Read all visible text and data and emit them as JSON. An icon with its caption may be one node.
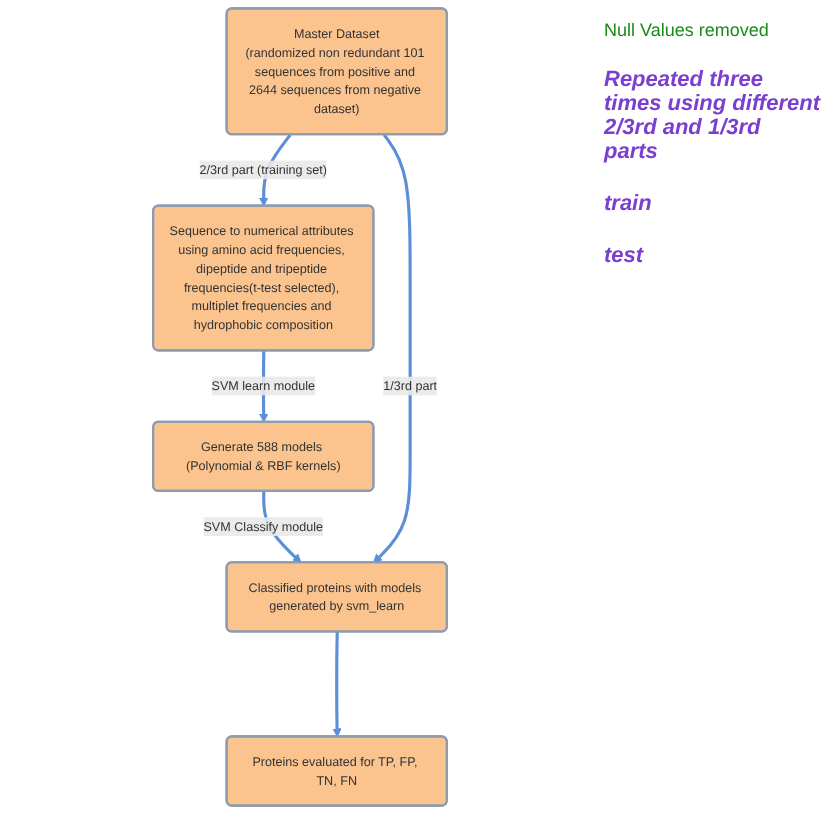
{
  "diagram": {
    "nodes": [
      {
        "text": [
          "Master Dataset",
          "(randomized non redundant 101 sequences from positive and 2644 sequences from negative dataset)"
        ]
      },
      {
        "text": [
          "Sequence to numerical attributes using amino acid frequencies, dipeptide and tripeptide frequencies(t-test selected), multiplet frequencies and hydrophobic composition"
        ]
      },
      {
        "text": [
          "Generate 588 models (Polynomial & RBF kernels)"
        ]
      },
      {
        "text": [
          "Classified proteins with models generated by svm_learn"
        ]
      },
      {
        "text": [
          "Proteins evaluated for TP, FP, TN, FN"
        ]
      }
    ],
    "edges": [
      {
        "from": 0,
        "to": 1,
        "arrow": "to",
        "label": "2/3rd part (training set)"
      },
      {
        "from": 1,
        "to": 2,
        "arrow": "to",
        "label": "SVM learn module"
      },
      {
        "from": 2,
        "to": 3,
        "arrow": "to",
        "label": "SVM Classify module"
      },
      {
        "from": 0,
        "to": 3,
        "arrow": "to",
        "label": "1/3rd part"
      },
      {
        "from": 3,
        "to": 4,
        "arrow": "to"
      }
    ],
    "labels": [
      "Null Values removed",
      "Repeated three times using different 2/3rd and 1/3rd parts",
      "train",
      "test"
    ]
  }
}
